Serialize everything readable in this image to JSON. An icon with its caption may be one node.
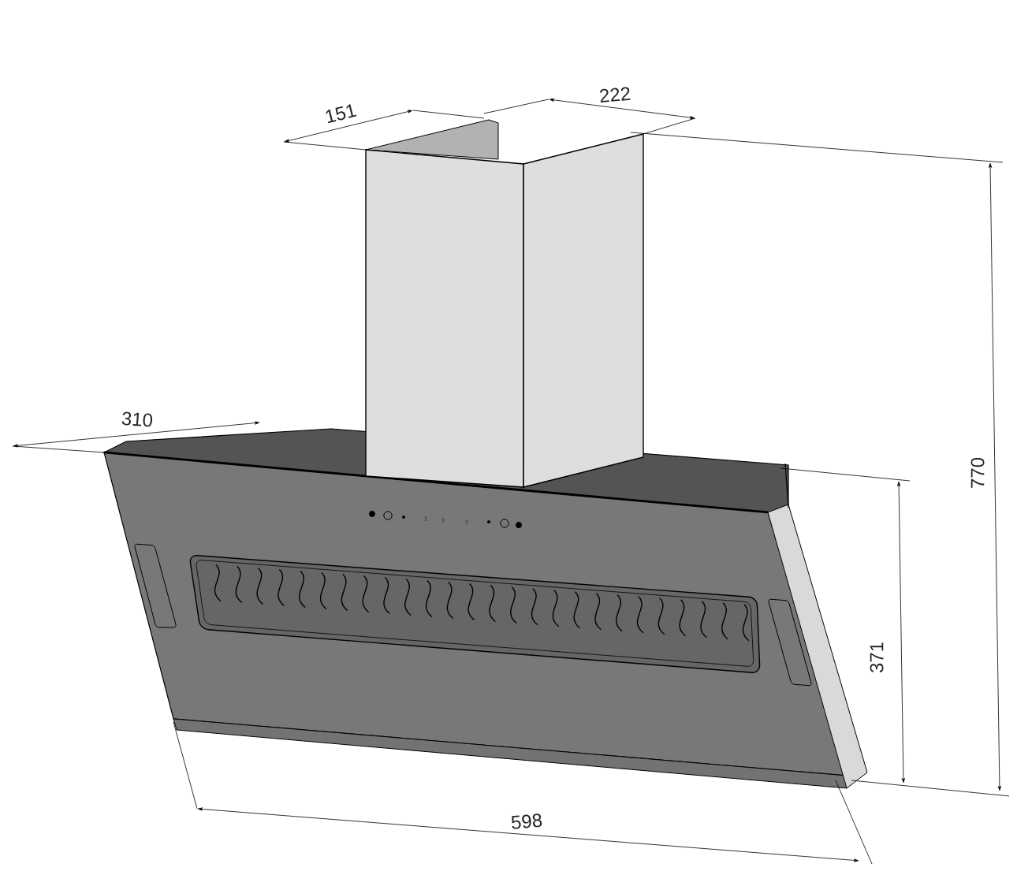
{
  "diagram": {
    "labels": [
      "151",
      "222",
      "310",
      "770",
      "1",
      "2",
      "3",
      "371",
      "598"
    ]
  }
}
